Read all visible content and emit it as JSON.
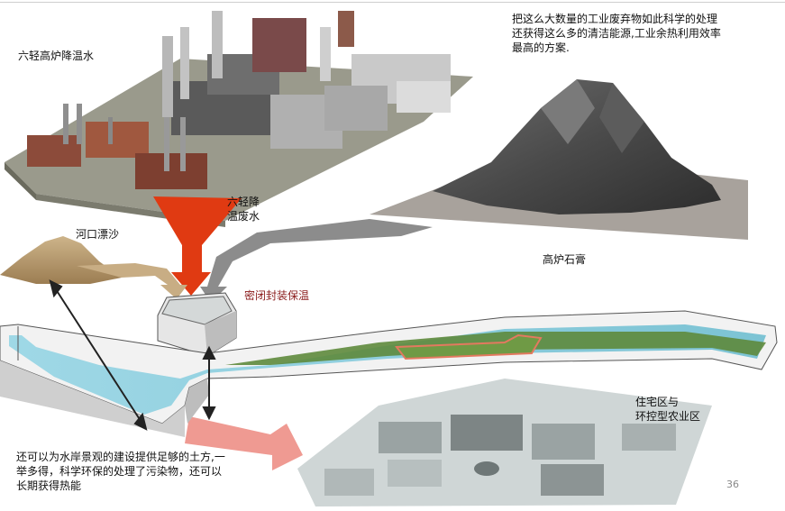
{
  "labels": {
    "plant_water": "六轻高炉降温水",
    "wastewater_line1": "六轻降",
    "wastewater_line2": "温废水",
    "estuary_sand": "河口漂沙",
    "gypsum": "高炉石膏",
    "sealed": "密闭封装保温",
    "residential_line1": "住宅区与",
    "residential_line2": "环控型农业区"
  },
  "top_text": {
    "line1": "把这么大数量的工业废弃物如此科学的处理",
    "line2": "还获得这么多的清洁能源,工业余热利用效率",
    "line3": "最高的方案."
  },
  "bottom_text": {
    "line1": "还可以为水岸景观的建设提供足够的土方,一",
    "line2": "举多得，科学环保的处理了污染物，还可以",
    "line3": "长期获得热能"
  },
  "page_number": "36",
  "colors": {
    "red_arrow": "#e03a12",
    "grey_arrow": "#8c8c8c",
    "sand_arrow": "#c8ad84",
    "pink_arrow": "#ef9a92",
    "water": "#8fd0df",
    "grass": "#5e8a3c",
    "wall": "#f2f2f2"
  }
}
